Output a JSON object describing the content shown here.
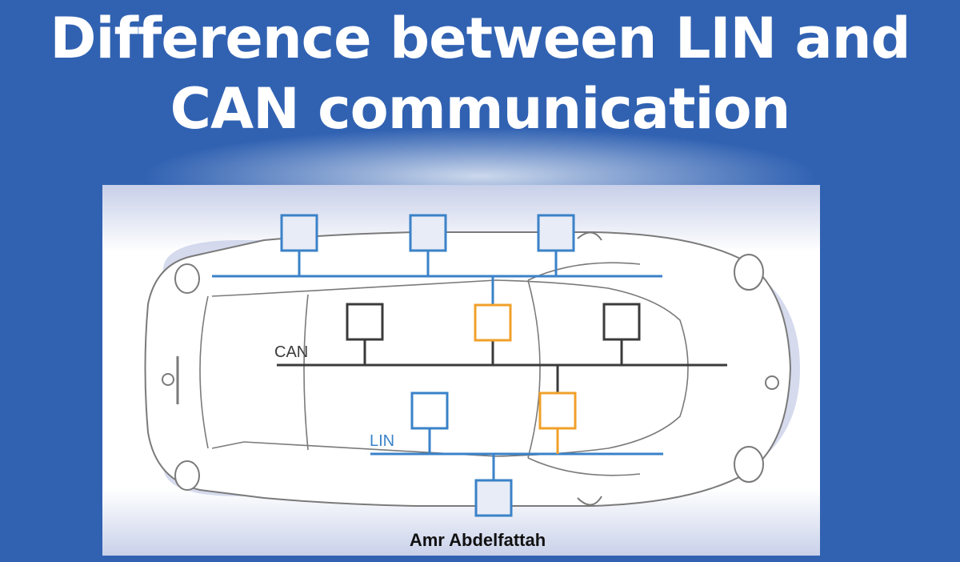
{
  "header": {
    "title_line1": "Difference between LIN and",
    "title_line2": "CAN communication"
  },
  "diagram": {
    "can_label": "CAN",
    "lin_label": "LIN",
    "author": "Amr Abdelfattah",
    "colors": {
      "background": "#3162b2",
      "bus_blue": "#3a82c8",
      "can_bus": "#3b3b3b",
      "highlight": "#f0a02a",
      "node_fill": "#e8ecf6"
    }
  }
}
